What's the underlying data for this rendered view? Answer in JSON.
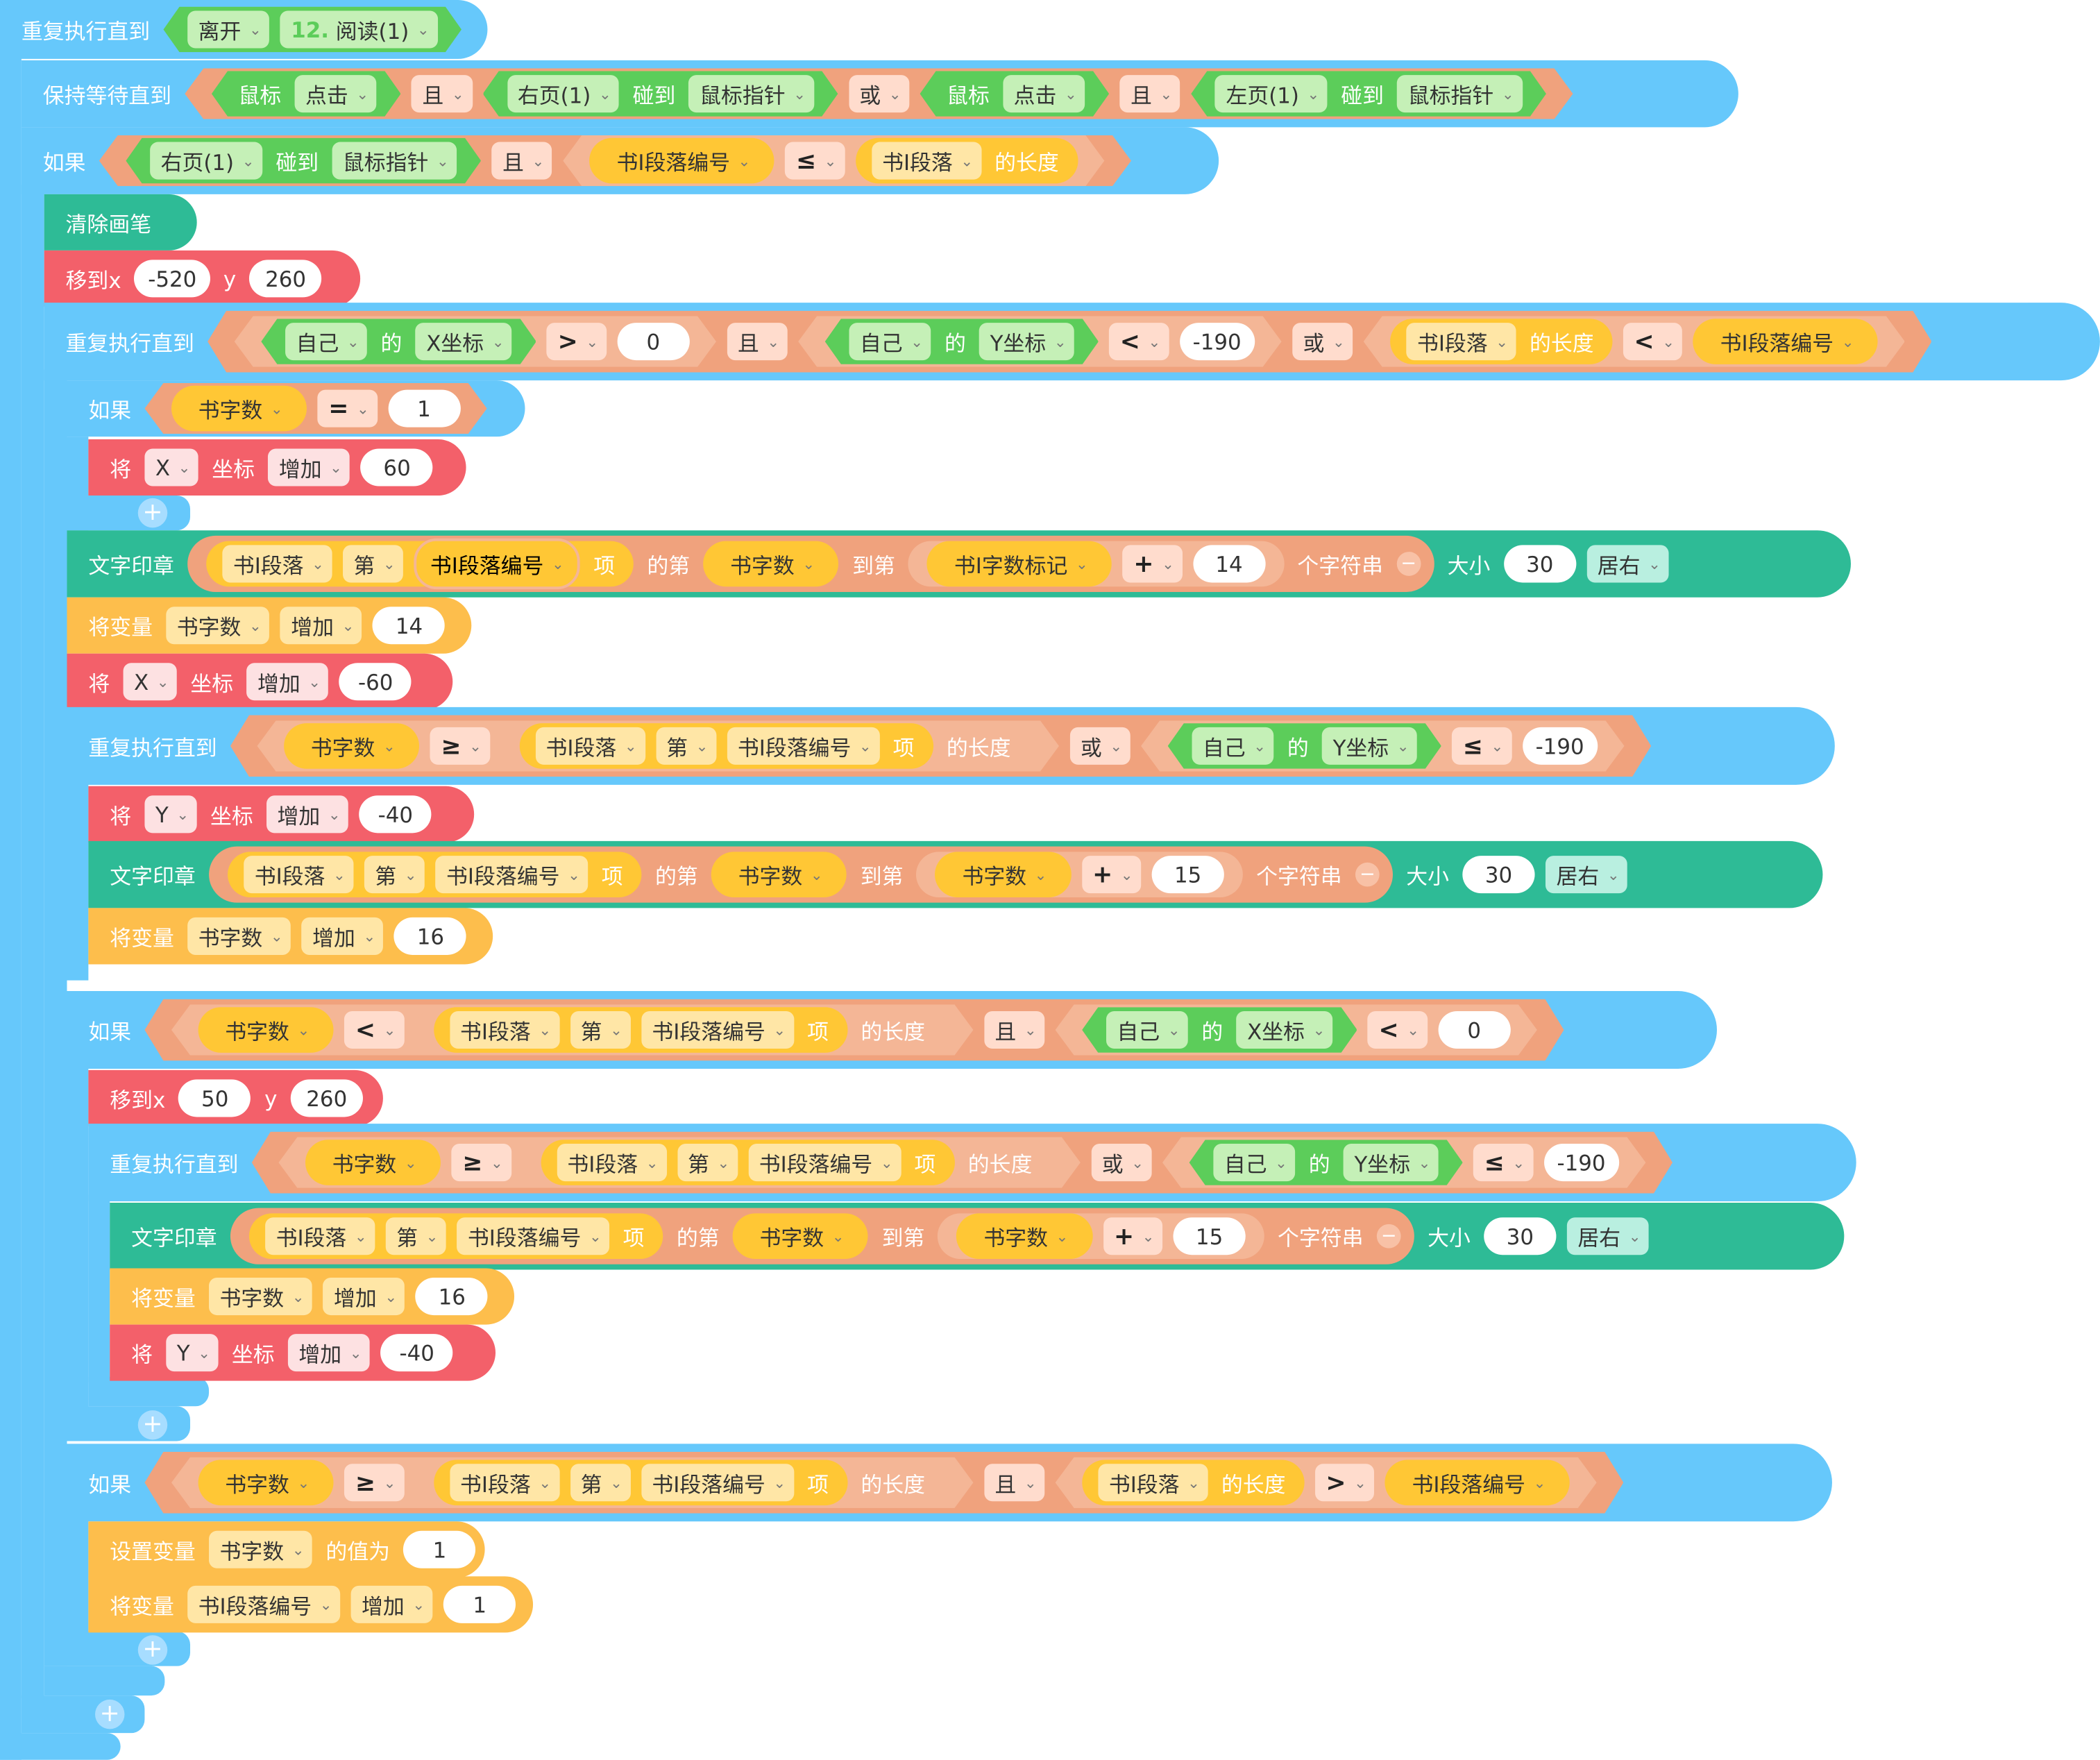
{
  "colors": {
    "control": "#66c8fb",
    "motion": "#f3606a",
    "pen": "#2ebb96",
    "variable": "#fdbe4c",
    "operator": "#f0a27d",
    "sensing": "#5ccd5a"
  },
  "icons": {
    "dropdown": "chevron-down-icon",
    "add": "plus-icon",
    "remove": "minus-icon"
  },
  "text": {
    "repeat_until": "重复执行直到",
    "wait_until": "保持等待直到",
    "if": "如果",
    "clear_pen": "清除画笔",
    "goto_x": "移到x",
    "y": "y",
    "and": "且",
    "or": "或",
    "of": "的",
    "touch": "碰到",
    "length": "的长度",
    "set": "将",
    "coord": "坐标",
    "inc": "增加",
    "stamp": "文字印章",
    "var_change": "将变量",
    "set_var": "设置变量",
    "set_val": "的值为",
    "nth": "第",
    "item": "项",
    "from_char": "的第",
    "to_char": "到第",
    "substring": "个字符串",
    "size": "大小",
    "align": "居右"
  },
  "r1": {
    "leave": "离开",
    "num": "12.",
    "target": "阅读(1)"
  },
  "r2": {
    "mouse": "鼠标",
    "click": "点击",
    "right": "右页(1)",
    "left": "左页(1)",
    "pointer": "鼠标指针"
  },
  "r3": {
    "right": "右页(1)",
    "pointer": "鼠标指针",
    "para_idx": "书I段落编号",
    "lte": "≤",
    "para": "书I段落"
  },
  "r5": {
    "x": "-520",
    "y": "260"
  },
  "r6": {
    "self": "自己",
    "xcoord": "X坐标",
    "gt": ">",
    "zero": "0",
    "ycoord": "Y坐标",
    "lt": "<",
    "neg190": "-190",
    "para": "书I段落",
    "lt2": "<",
    "para_idx": "书I段落编号"
  },
  "r7": {
    "wc": "书字数",
    "eq": "=",
    "one": "1"
  },
  "r8": {
    "X": "X",
    "val": "60"
  },
  "r9": {
    "para": "书I段落",
    "para_idx": "书I段落编号",
    "wc": "书字数",
    "mark": "书I字数标记",
    "plus": "+",
    "n14": "14",
    "sz": "30"
  },
  "r10": {
    "wc": "书字数",
    "n14": "14"
  },
  "r11": {
    "X": "X",
    "val": "-60"
  },
  "r12": {
    "wc": "书字数",
    "gte": "≥",
    "para": "书I段落",
    "para_idx": "书I段落编号",
    "self": "自己",
    "ycoord": "Y坐标",
    "lte": "≤",
    "neg190": "-190"
  },
  "r13": {
    "Y": "Y",
    "val": "-40"
  },
  "r14": {
    "para": "书I段落",
    "para_idx": "书I段落编号",
    "wc": "书字数",
    "plus": "+",
    "n15": "15",
    "sz": "30"
  },
  "r15": {
    "wc": "书字数",
    "n16": "16"
  },
  "r16": {
    "wc": "书字数",
    "lt": "<",
    "para": "书I段落",
    "para_idx": "书I段落编号",
    "self": "自己",
    "xcoord": "X坐标",
    "zero": "0"
  },
  "r17": {
    "x": "50",
    "y": "260"
  },
  "r18": {
    "wc": "书字数",
    "gte": "≥",
    "para": "书I段落",
    "para_idx": "书I段落编号",
    "self": "自己",
    "ycoord": "Y坐标",
    "lte": "≤",
    "neg190": "-190"
  },
  "r19": {
    "para": "书I段落",
    "para_idx": "书I段落编号",
    "wc": "书字数",
    "plus": "+",
    "n15": "15",
    "sz": "30"
  },
  "r20": {
    "wc": "书字数",
    "n16": "16"
  },
  "r21": {
    "Y": "Y",
    "val": "-40"
  },
  "r22": {
    "wc": "书字数",
    "gte": "≥",
    "para": "书I段落",
    "para_idx": "书I段落编号",
    "gt": ">"
  },
  "r23": {
    "wc": "书字数",
    "one": "1"
  },
  "r24": {
    "para_idx": "书I段落编号",
    "one": "1"
  }
}
